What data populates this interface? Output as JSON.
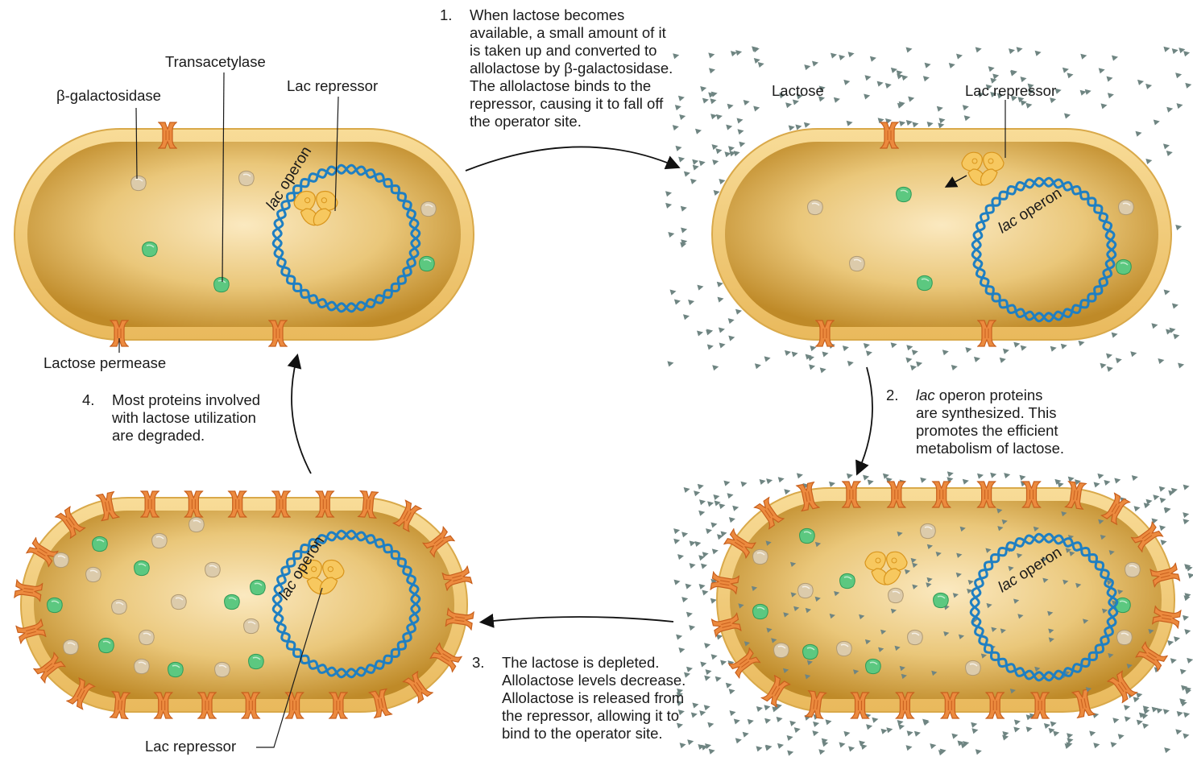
{
  "colors": {
    "membrane": "#f3cf82",
    "membrane_edge": "#d9a94a",
    "cytoplasm_light": "#f6dca3",
    "cytoplasm_dark": "#c89630",
    "dna": "#1f7fc2",
    "permease": "#e8833a",
    "galactosidase": "#d8c7a6",
    "transacetylase": "#58c47c",
    "repressor": "#f6c35a",
    "lactose": "#6f8582"
  },
  "icons": [
    "lactose-permease-icon",
    "beta-galactosidase-icon",
    "transacetylase-icon",
    "lac-repressor-icon",
    "dna-helix-icon",
    "lactose-molecule-icon",
    "cycle-arrow-icon"
  ],
  "labels": {
    "beta_gal": "β-galactosidase",
    "transacetylase": "Transacetylase",
    "repressor_1": "Lac repressor",
    "permease": "Lactose permease",
    "lactose": "Lactose",
    "repressor_2": "Lac repressor",
    "repressor_4": "Lac repressor"
  },
  "operon": {
    "prefix": "lac",
    "suffix": " operon"
  },
  "steps": [
    {
      "num": "1.",
      "lines": [
        "When lactose becomes",
        "available, a small amount of it",
        "is taken up and converted to",
        "allolactose by β-galactosidase.",
        "The allolactose binds to the",
        "repressor, causing it to fall off",
        "the operator site."
      ]
    },
    {
      "num": "2.",
      "italic": "lac",
      "lines": [
        " operon proteins",
        "are synthesized. This",
        "promotes the efficient",
        "metabolism of lactose."
      ]
    },
    {
      "num": "3.",
      "lines": [
        "The lactose is depleted.",
        "Allolactose levels decrease.",
        "Allolactose is released from",
        "the repressor, allowing it to",
        "bind to the operator site."
      ]
    },
    {
      "num": "4.",
      "lines": [
        "Most proteins involved",
        "with lactose utilization",
        "are degraded."
      ]
    }
  ]
}
